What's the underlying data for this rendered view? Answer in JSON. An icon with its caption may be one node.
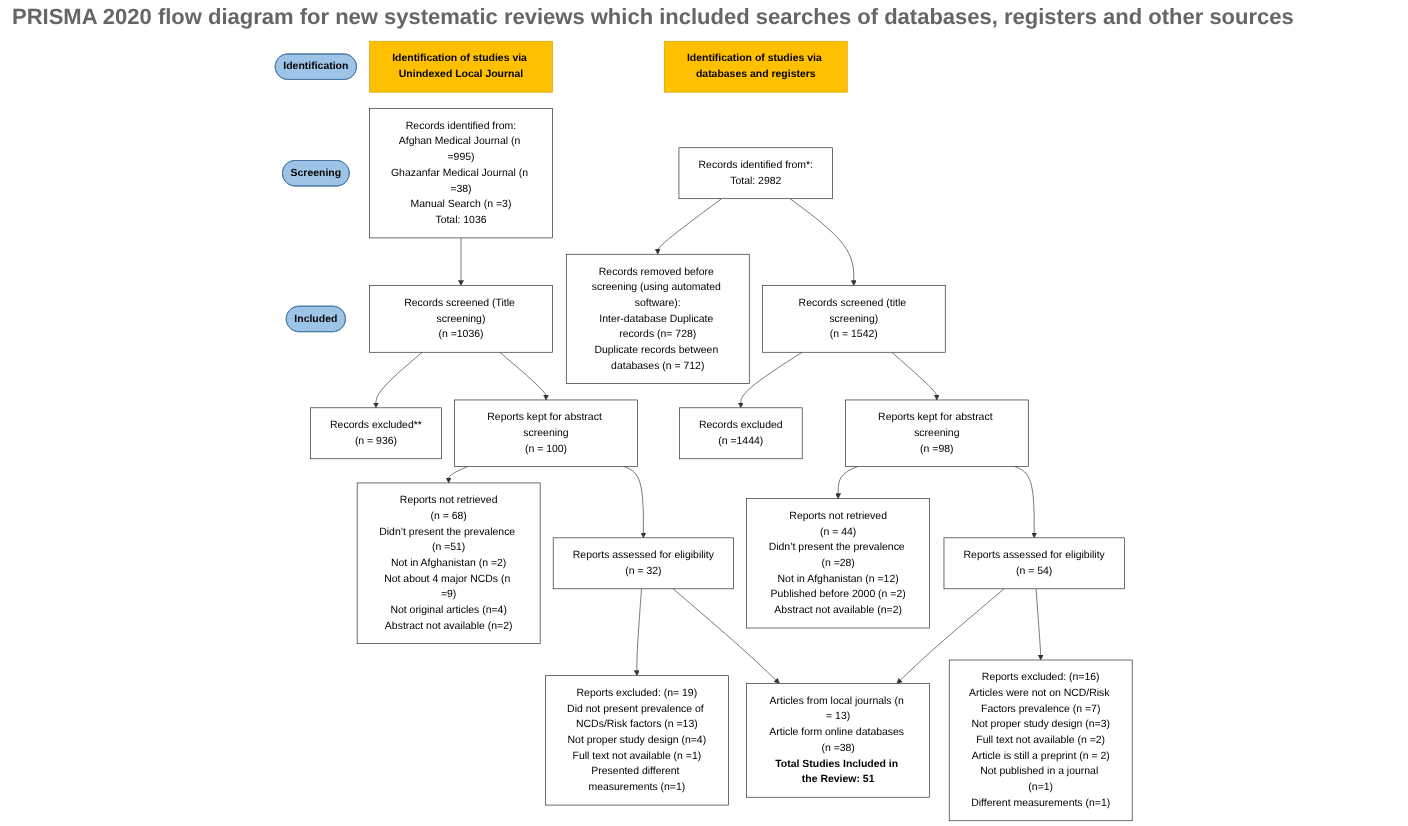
{
  "diagram": {
    "title": "PRISMA 2020 flow diagram for new systematic reviews which included searches of databases, registers and other sources",
    "nodes": [
      {
        "text": [
          "Identification"
        ]
      },
      {
        "text": [
          "Screening"
        ]
      },
      {
        "text": [
          "Included"
        ]
      },
      {
        "text": [
          "Identification of studies via Unindexed Local Journal"
        ]
      },
      {
        "text": [
          "Identification of studies via databases and registers"
        ]
      },
      {
        "text": [
          "Records identified from:",
          "Afghan Medical Journal (n =995)",
          "Ghazanfar Medical Journal (n =38)",
          "Manual Search (n =3)",
          "Total: 1036"
        ]
      },
      {
        "text": [
          "Records screened (Title screening)",
          "(n =1036)"
        ]
      },
      {
        "text": [
          "Records excluded**",
          "(n = 936)"
        ]
      },
      {
        "text": [
          "Reports kept for abstract screening",
          "(n = 100)"
        ]
      },
      {
        "text": [
          "Reports not retrieved",
          "(n = 68)",
          "Didn’t present the prevalence (n =51)",
          "Not in Afghanistan (n =2)",
          "Not about 4 major NCDs (n =9)",
          "Not original articles (n=4)",
          "Abstract not available (n=2)"
        ]
      },
      {
        "text": [
          "Reports assessed for eligibility",
          "(n = 32)"
        ]
      },
      {
        "text": [
          "Reports excluded: (n= 19)",
          "Did not present prevalence of NCDs/Risk factors (n =13)",
          "Not proper study design (n=4)",
          "Full text not available (n =1)",
          "Presented different measurements (n=1)"
        ]
      },
      {
        "text": [
          "Articles from local journals (n = 13)",
          "Article form online databases (n =38)",
          "Total Studies Included in the Review: 51"
        ]
      },
      {
        "text": [
          "Records identified from*:",
          "Total: 2982"
        ]
      },
      {
        "text": [
          "Records removed before screening (using automated software):",
          "Inter-database Duplicate records (n= 728)",
          "Duplicate records between databases (n = 712)"
        ]
      },
      {
        "text": [
          "Records screened (title screening)",
          "(n = 1542)"
        ]
      },
      {
        "text": [
          "Records excluded",
          "(n =1444)"
        ]
      },
      {
        "text": [
          "Reports kept for abstract screening",
          "(n =98)"
        ]
      },
      {
        "text": [
          "Reports not retrieved",
          "(n = 44)",
          "Didn’t present the prevalence (n =28)",
          "Not in Afghanistan (n =12)",
          "Published before 2000 (n =2)",
          "Abstract not available (n=2)"
        ]
      },
      {
        "text": [
          "Reports assessed for eligibility",
          "(n = 54)"
        ]
      },
      {
        "text": [
          "Reports excluded: (n=16)",
          "Articles were not on NCD/Risk Factors prevalence (n =7)",
          "Not proper study design (n=3)",
          "Full text not available (n =2)",
          "Article is still a preprint (n = 2)",
          "Not published in a journal (n=1)",
          "Different measurements (n=1)"
        ]
      }
    ],
    "edges": [
      {
        "from": 5,
        "to": 6,
        "arrow": "to"
      },
      {
        "from": 6,
        "to": 7,
        "arrow": "to"
      },
      {
        "from": 6,
        "to": 8,
        "arrow": "to"
      },
      {
        "from": 8,
        "to": 9,
        "arrow": "to"
      },
      {
        "from": 8,
        "to": 10,
        "arrow": "to"
      },
      {
        "from": 10,
        "to": 11,
        "arrow": "to"
      },
      {
        "from": 10,
        "to": 12,
        "arrow": "to"
      },
      {
        "from": 13,
        "to": 14,
        "arrow": "to"
      },
      {
        "from": 13,
        "to": 15,
        "arrow": "to"
      },
      {
        "from": 15,
        "to": 16,
        "arrow": "to"
      },
      {
        "from": 15,
        "to": 17,
        "arrow": "to"
      },
      {
        "from": 17,
        "to": 18,
        "arrow": "to"
      },
      {
        "from": 17,
        "to": 19,
        "arrow": "to"
      },
      {
        "from": 19,
        "to": 20,
        "arrow": "to"
      },
      {
        "from": 19,
        "to": 12,
        "arrow": "to"
      }
    ]
  }
}
